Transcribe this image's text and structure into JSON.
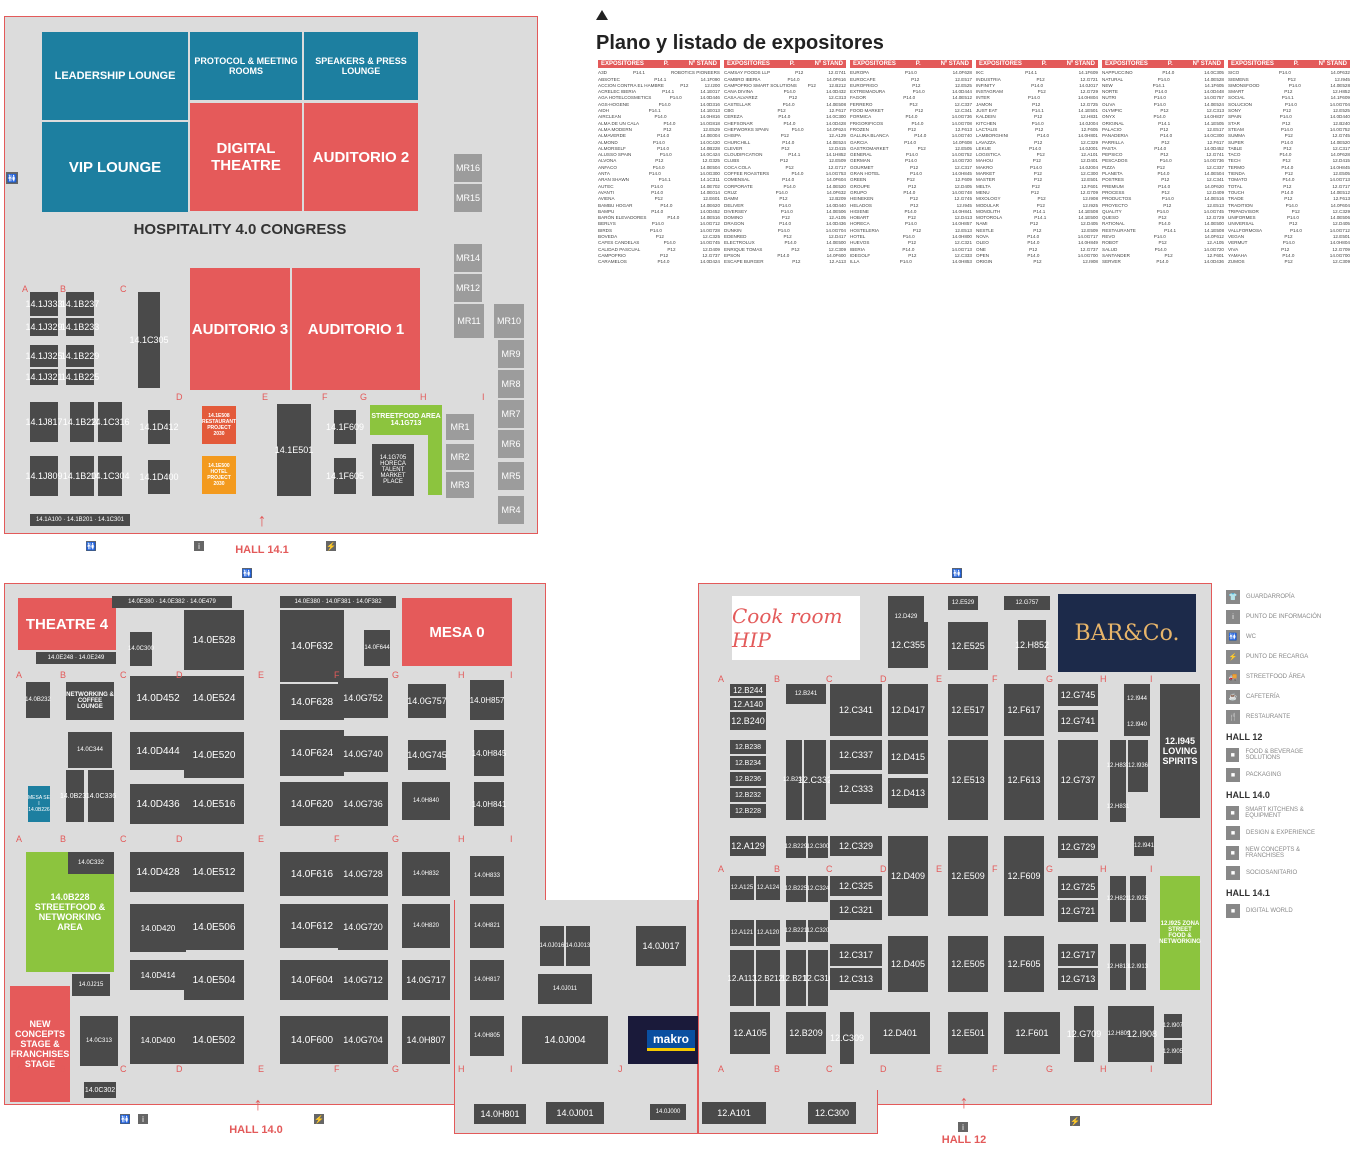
{
  "listing": {
    "title": "Plano y listado de expositores",
    "header": {
      "col1": "EXPOSITORES",
      "col2": "P.",
      "col3": "Nº STAND"
    },
    "columns": [
      [
        [
          "A3D",
          "P14.1",
          "ROBOTICS PIONEERS"
        ],
        [
          "ABSOTEC",
          "P14.1",
          "14.1F090"
        ],
        [
          "ACCION CONTRA EL HAMBRE",
          "P12",
          "12.I200"
        ],
        [
          "ACRELEC IBERIA",
          "P14.1",
          "14.1E017"
        ],
        [
          "AGA HOTELCOSMETICS",
          "P14.0",
          "14.0D446"
        ],
        [
          "AGS-HOGENE",
          "P14.0",
          "14.0D316"
        ],
        [
          "AIDH",
          "P14.1",
          "14.1E013"
        ],
        [
          "AIRCLEAN",
          "P14.0",
          "14.0H816"
        ],
        [
          "ALMA DE UN CALA",
          "P14.0",
          "14.0G818"
        ],
        [
          "ALMA MODERN",
          "P12",
          "12.E529"
        ],
        [
          "ALMAVERDE",
          "P14.0",
          "14.0E004"
        ],
        [
          "ALMOND",
          "P14.0",
          "14.0C420"
        ],
        [
          "ALMORSELF",
          "P14.0",
          "14.0B228"
        ],
        [
          "ALUSSO SPAIN",
          "P14.0",
          "14.0C424"
        ],
        [
          "ALVONA",
          "P12",
          "12.G325"
        ],
        [
          "ANFACO",
          "P14.0",
          "14.0E504"
        ],
        [
          "ANTA",
          "P14.0",
          "14.0G300"
        ],
        [
          "ARAN SHAWN",
          "P14.1",
          "14.1C311"
        ],
        [
          "AUTEC",
          "P14.0",
          "14.0E702"
        ],
        [
          "AVANTI",
          "P14.0",
          "14.0E014"
        ],
        [
          "AVIENA",
          "P12",
          "12.E601"
        ],
        [
          "BAMBU HOGAR",
          "P14.0",
          "14.0E620"
        ],
        [
          "BAMPU",
          "P14.0",
          "14.0D452"
        ],
        [
          "BARÓN ELEVADORES",
          "P14.0",
          "14.0E516"
        ],
        [
          "BERLYS",
          "P14.0",
          "14.0G712"
        ],
        [
          "BIRDS",
          "P14.0",
          "14.0G728"
        ],
        [
          "BOVEDA",
          "P12",
          "12.C325"
        ],
        [
          "CAFES CANDELAS",
          "P14.0",
          "14.0G745"
        ],
        [
          "CALIDAD PASCUAL",
          "P12",
          "12.D409"
        ],
        [
          "CAMPOFRIO",
          "P12",
          "12.G737"
        ],
        [
          "CARAMELOS",
          "P14.0",
          "14.0D424"
        ]
      ],
      [
        [
          "CAMSAY FOODS LLP",
          "P12",
          "12.G741"
        ],
        [
          "CAMBRO IBERIA",
          "P14.0",
          "14.0F616"
        ],
        [
          "CAMPOFRIO SMART SOLUTIONS",
          "P12",
          "12.B212"
        ],
        [
          "CANA DIVINA",
          "P14.0",
          "14.0D432"
        ],
        [
          "CASA ALVAREZ",
          "P12",
          "12.C313"
        ],
        [
          "CASTELLAR",
          "P14.0",
          "14.0E508"
        ],
        [
          "CBG",
          "P12",
          "12.F617"
        ],
        [
          "CEREZA",
          "P14.0",
          "14.0C300"
        ],
        [
          "CHEFSONAR",
          "P14.0",
          "14.0D428"
        ],
        [
          "CHEFWORKS SPAIN",
          "P14.0",
          "14.0F624"
        ],
        [
          "CHISPA",
          "P12",
          "12.A129"
        ],
        [
          "CHURCHILL",
          "P14.0",
          "14.0E524"
        ],
        [
          "CLEVER",
          "P12",
          "12.D415"
        ],
        [
          "CLOUDIFICATION",
          "P14.1",
          "14.1H852"
        ],
        [
          "CLUBS",
          "P12",
          "12.E509"
        ],
        [
          "COCA COLA",
          "P12",
          "12.G717"
        ],
        [
          "COFFEE ROASTERS",
          "P14.0",
          "14.0G753"
        ],
        [
          "COMENSAL",
          "P14.0",
          "14.0F604"
        ],
        [
          "CORPORATE",
          "P14.0",
          "14.0E520"
        ],
        [
          "CRUZ",
          "P14.0",
          "14.0F632"
        ],
        [
          "DAMM",
          "P12",
          "12.B209"
        ],
        [
          "DELIVER",
          "P14.0",
          "14.0D440"
        ],
        [
          "DIVERSEY",
          "P14.0",
          "14.0E506"
        ],
        [
          "DOMINO",
          "P12",
          "12.A105"
        ],
        [
          "DRAGON",
          "P14.0",
          "14.0D436"
        ],
        [
          "DUNKIN",
          "P14.0",
          "14.0G704"
        ],
        [
          "EDENRED",
          "P12",
          "12.D417"
        ],
        [
          "ELECTROLUX",
          "P14.0",
          "14.0E500"
        ],
        [
          "ENRIQUE TOMAS",
          "P12",
          "12.C309"
        ],
        [
          "EPSON",
          "P14.0",
          "14.0F600"
        ],
        [
          "ESCAPE BURGER",
          "P12",
          "12.A113"
        ]
      ],
      [
        [
          "EUROPA",
          "P14.0",
          "14.0F628"
        ],
        [
          "EUROCAFE",
          "P12",
          "12.E517"
        ],
        [
          "EUROFRIGO",
          "P12",
          "12.E525"
        ],
        [
          "EXTREMADURA",
          "P14.0",
          "14.0D444"
        ],
        [
          "FAGOR",
          "P14.0",
          "14.0E512"
        ],
        [
          "FERRERO",
          "P12",
          "12.C337"
        ],
        [
          "FOOD MARKET",
          "P12",
          "12.C341"
        ],
        [
          "FORMICA",
          "P14.0",
          "14.0G736"
        ],
        [
          "FRIGORIFICOS",
          "P14.0",
          "14.0G708"
        ],
        [
          "FROZEN",
          "P12",
          "12.F613"
        ],
        [
          "GALLINA BLANCA",
          "P14.0",
          "14.0G740"
        ],
        [
          "GARCIA",
          "P14.0",
          "14.0F608"
        ],
        [
          "GASTROMARKET",
          "P12",
          "12.E505"
        ],
        [
          "GENERAL",
          "P14.0",
          "14.0G752"
        ],
        [
          "GERMAN",
          "P14.0",
          "14.0G720"
        ],
        [
          "GOURMET",
          "P12",
          "12.C317"
        ],
        [
          "GRAN HOTEL",
          "P14.0",
          "14.0H845"
        ],
        [
          "GREEN",
          "P12",
          "12.F609"
        ],
        [
          "GROUPE",
          "P12",
          "12.D405"
        ],
        [
          "GRUPO",
          "P14.0",
          "14.0G748"
        ],
        [
          "HEINEKEN",
          "P12",
          "12.G745"
        ],
        [
          "HELADOS",
          "P12",
          "12.I945"
        ],
        [
          "HIGIENE",
          "P14.0",
          "14.0H841"
        ],
        [
          "HOBART",
          "P12",
          "12.D413"
        ],
        [
          "HORECA",
          "P14.0",
          "14.0H857"
        ],
        [
          "HOSTELERIA",
          "P12",
          "12.E513"
        ],
        [
          "HOTEL",
          "P14.0",
          "14.0H800"
        ],
        [
          "HUEVOS",
          "P12",
          "12.C321"
        ],
        [
          "IBERIA",
          "P14.0",
          "14.0G713"
        ],
        [
          "IDEGOLF",
          "P12",
          "12.C333"
        ],
        [
          "ILLA",
          "P14.0",
          "14.0H853"
        ]
      ],
      [
        [
          "IKC",
          "P14.1",
          "14.1F609"
        ],
        [
          "INDUSTRIA",
          "P12",
          "12.G721"
        ],
        [
          "INFINITY",
          "P14.0",
          "14.0J017"
        ],
        [
          "INSTAGRAM",
          "P12",
          "12.G729"
        ],
        [
          "INTER",
          "P14.0",
          "14.0H804"
        ],
        [
          "JAMON",
          "P12",
          "12.G725"
        ],
        [
          "JUST EAT",
          "P14.1",
          "14.1E501"
        ],
        [
          "KALDEIN",
          "P12",
          "12.H831"
        ],
        [
          "KITCHEN",
          "P14.0",
          "14.0J004"
        ],
        [
          "LACTALIS",
          "P12",
          "12.F605"
        ],
        [
          "LAMBORGHINI",
          "P14.0",
          "14.0H801"
        ],
        [
          "LAVAZZA",
          "P12",
          "12.C329"
        ],
        [
          "LEKUE",
          "P14.0",
          "14.0J001"
        ],
        [
          "LOGISTICA",
          "P12",
          "12.A101"
        ],
        [
          "MAHOU",
          "P12",
          "12.D401"
        ],
        [
          "MAKRO",
          "P14.0",
          "14.0J004"
        ],
        [
          "MARKET",
          "P12",
          "12.C300"
        ],
        [
          "MASTER",
          "P12",
          "12.E501"
        ],
        [
          "MELTA",
          "P12",
          "12.F601"
        ],
        [
          "MENU",
          "P12",
          "12.G709"
        ],
        [
          "MIXOLOGY",
          "P12",
          "12.I908"
        ],
        [
          "MODULAR",
          "P12",
          "12.I925"
        ],
        [
          "MONOLITH",
          "P14.1",
          "14.1E508"
        ],
        [
          "MOTOROLA",
          "P14.1",
          "14.1E500"
        ],
        [
          "NAMI",
          "P12",
          "12.D405"
        ],
        [
          "NESTLE",
          "P12",
          "12.E509"
        ],
        [
          "NOVA",
          "P14.0",
          "14.0G717"
        ],
        [
          "OLEO",
          "P14.0",
          "14.0H849"
        ],
        [
          "ONE",
          "P12",
          "12.G737"
        ],
        [
          "OPEN",
          "P14.0",
          "14.0G700"
        ],
        [
          "ORIGIN",
          "P12",
          "12.I908"
        ]
      ],
      [
        [
          "NAPPUCCINO",
          "P14.0",
          "14.0C305"
        ],
        [
          "NATURAL",
          "P14.0",
          "14.0E528"
        ],
        [
          "NEW",
          "P14.1",
          "14.1F605"
        ],
        [
          "NORTE",
          "P14.0",
          "14.0D448"
        ],
        [
          "NUTRI",
          "P14.0",
          "14.0G757"
        ],
        [
          "OLIVA",
          "P14.0",
          "14.0E524"
        ],
        [
          "OLYMPIC",
          "P12",
          "12.C313"
        ],
        [
          "ONYX",
          "P14.0",
          "14.0H837"
        ],
        [
          "ORIGINAL",
          "P14.1",
          "14.1E505"
        ],
        [
          "PALACIO",
          "P12",
          "12.E517"
        ],
        [
          "PANADERIA",
          "P14.0",
          "14.0C300"
        ],
        [
          "PARRILLA",
          "P12",
          "12.F617"
        ],
        [
          "PASTA",
          "P14.0",
          "14.0D452"
        ],
        [
          "PEPSICO",
          "P12",
          "12.G741"
        ],
        [
          "PESCADOS",
          "P14.0",
          "14.0G736"
        ],
        [
          "PIZZA",
          "P12",
          "12.C337"
        ],
        [
          "PLANETA",
          "P14.0",
          "14.0E504"
        ],
        [
          "POSTRES",
          "P12",
          "12.C341"
        ],
        [
          "PREMIUM",
          "P14.0",
          "14.0F620"
        ],
        [
          "PROCESS",
          "P12",
          "12.D409"
        ],
        [
          "PRODUCTOS",
          "P14.0",
          "14.0E516"
        ],
        [
          "PROYECTO",
          "P12",
          "12.E513"
        ],
        [
          "QUALITY",
          "P14.0",
          "14.0G745"
        ],
        [
          "QUESO",
          "P12",
          "12.G729"
        ],
        [
          "RATIONAL",
          "P14.0",
          "14.0E500"
        ],
        [
          "RESTAURANTE",
          "P14.1",
          "14.1E508"
        ],
        [
          "REVO",
          "P14.0",
          "14.0F612"
        ],
        [
          "ROBOT",
          "P12",
          "12.A105"
        ],
        [
          "SALUD",
          "P14.0",
          "14.0G720"
        ],
        [
          "SANTANDER",
          "P12",
          "12.F601"
        ],
        [
          "SERVER",
          "P14.0",
          "14.0D436"
        ]
      ],
      [
        [
          "SICO",
          "P14.0",
          "14.0F632"
        ],
        [
          "SIEMENS",
          "P12",
          "12.I945"
        ],
        [
          "SIMONSFOOD",
          "P14.0",
          "14.0E528"
        ],
        [
          "SMART",
          "P12",
          "12.H852"
        ],
        [
          "SOCIAL",
          "P14.1",
          "14.1F609"
        ],
        [
          "SOLUCION",
          "P14.0",
          "14.0G704"
        ],
        [
          "SONY",
          "P12",
          "12.E525"
        ],
        [
          "SPAIN",
          "P14.0",
          "14.0D440"
        ],
        [
          "STAR",
          "P12",
          "12.B240"
        ],
        [
          "STEAM",
          "P14.0",
          "14.0G752"
        ],
        [
          "SUMMA",
          "P12",
          "12.G745"
        ],
        [
          "SUPER",
          "P14.0",
          "14.0E520"
        ],
        [
          "TABLE",
          "P12",
          "12.C317"
        ],
        [
          "TACO",
          "P14.0",
          "14.0F628"
        ],
        [
          "TECH",
          "P12",
          "12.D415"
        ],
        [
          "TERMO",
          "P14.0",
          "14.0H845"
        ],
        [
          "TIENDA",
          "P12",
          "12.E505"
        ],
        [
          "TOMATO",
          "P14.0",
          "14.0G713"
        ],
        [
          "TOTAL",
          "P12",
          "12.G717"
        ],
        [
          "TOUCH",
          "P14.0",
          "14.0E512"
        ],
        [
          "TRADE",
          "P12",
          "12.F613"
        ],
        [
          "TRADITION",
          "P14.0",
          "14.0F604"
        ],
        [
          "TRIPADVISOR",
          "P12",
          "12.C329"
        ],
        [
          "UNIFORMES",
          "P14.0",
          "14.0E506"
        ],
        [
          "UNIVERSAL",
          "P12",
          "12.D405"
        ],
        [
          "VALLFORMOSA",
          "P14.0",
          "14.0G712"
        ],
        [
          "VEGAN",
          "P12",
          "12.E501"
        ],
        [
          "VERMUT",
          "P14.0",
          "14.0H804"
        ],
        [
          "VIVA",
          "P12",
          "12.G709"
        ],
        [
          "YAMAHA",
          "P14.0",
          "14.0G700"
        ],
        [
          "ZUMOS",
          "P12",
          "12.C309"
        ]
      ]
    ]
  },
  "hall141": {
    "label": "HALL 14.1",
    "leadership": "LEADERSHIP LOUNGE",
    "protocol": "PROTOCOL & MEETING ROOMS",
    "speakers": "SPEAKERS & PRESS LOUNGE",
    "vip": "VIP LOUNGE",
    "digital": "DIGITAL THEATRE",
    "aud2": "AUDITORIO 2",
    "aud3": "AUDITORIO 3",
    "aud1": "AUDITORIO 1",
    "hospitality": "HOSPITALITY 4.0 CONGRESS",
    "streetfood": "STREETFOOD AREA 14.1G713",
    "horeca": "14.1G705 HORECA TALENT MARKET PLACE",
    "restaurant": "14.1E508 RESTAURANT PROJECT 2030",
    "hotel": "14.1E500 HOTEL PROJECT 2030",
    "e501": "14.1E501",
    "mr": [
      "MR16",
      "MR15",
      "MR14",
      "MR12",
      "MR11",
      "MR10",
      "MR9",
      "MR8",
      "MR7",
      "MR6",
      "MR5",
      "MR4",
      "MR1",
      "MR2",
      "MR3"
    ],
    "letters": [
      "A",
      "B",
      "C",
      "D",
      "E",
      "F",
      "G",
      "H",
      "I"
    ]
  },
  "hall140": {
    "label": "HALL 14.0",
    "theatre": "THEATRE 4",
    "mesa": "MESA 0",
    "networking": "NETWORKING & COFFEE LOUNGE",
    "streetfood": "14.0B228 STREETFOOD & NETWORKING AREA",
    "newconcepts": "NEW CONCEPTS STAGE & FRANCHISES STAGE",
    "mesase": "MESA SE I 14.0B226",
    "makro": "makro",
    "letters": [
      "A",
      "B",
      "C",
      "D",
      "E",
      "F",
      "G",
      "H",
      "I",
      "J"
    ]
  },
  "hall12": {
    "label": "HALL 12",
    "cookroom": "Cook room HIP",
    "barco": "BAR&Co.",
    "loving": "12.I945 LOVING SPIRITS",
    "zona": "12.I925 ZONA STREET FOOD & NETWORKING",
    "letters": [
      "A",
      "B",
      "C",
      "D",
      "E",
      "F",
      "G",
      "H",
      "I"
    ]
  },
  "legend": {
    "items": [
      "GUARDARROPÍA",
      "PUNTO DE INFORMACIÓN",
      "WC",
      "PUNTO DE RECARGA",
      "STREETFOOD ÁREA",
      "CAFETERÍA",
      "RESTAURANTE"
    ],
    "hall12_head": "HALL 12",
    "hall12": [
      "FOOD & BEVERAGE SOLUTIONS",
      "PACKAGING"
    ],
    "hall140_head": "HALL 14.0",
    "hall140": [
      "SMART KITCHENS & EQUIPMENT",
      "DESIGN & EXPERIENCE",
      "NEW CONCEPTS & FRANCHISES",
      "SOCIOSANITARIO"
    ],
    "hall141_head": "HALL 14.1",
    "hall141": [
      "DIGITAL WORLD"
    ]
  },
  "colors": {
    "red": "#e55a5a",
    "teal": "#1d7fa0",
    "green": "#8cc43e",
    "stand": "#4a4a4a",
    "floor": "#dcdcdc"
  }
}
